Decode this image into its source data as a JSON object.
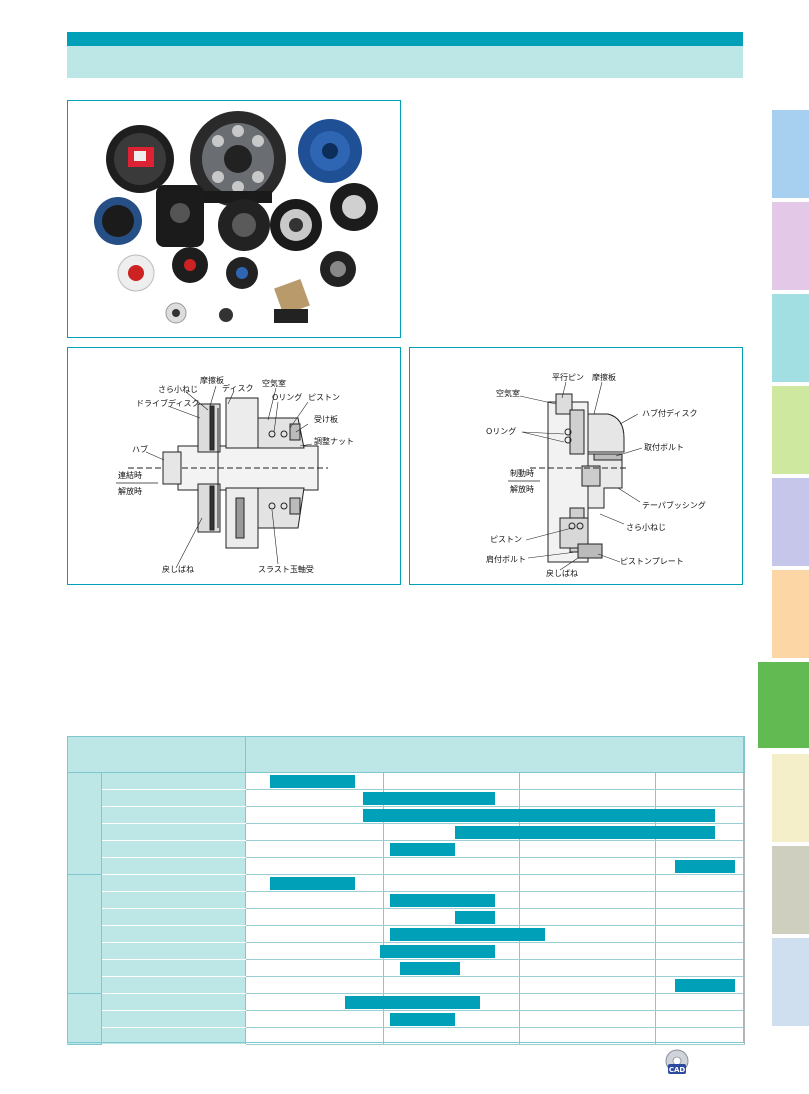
{
  "colors": {
    "accent": "#00a1b8",
    "accent_light": "#bde6e6",
    "side_tabs": [
      "#a6cff0",
      "#e4c8e8",
      "#a2dfe3",
      "#cfe8a0",
      "#c6c6ea",
      "#fcd6a5",
      "#62bb52",
      "#f4efc8",
      "#cfcfc0",
      "#d0dff0"
    ]
  },
  "diagram1": {
    "labels": {
      "friction_plate": "摩擦板",
      "countersunk_screw": "さら小ねじ",
      "disc": "ディスク",
      "air_chamber": "空気室",
      "drive_disc": "ドライブディスク",
      "o_ring": "Oリング",
      "piston": "ピストン",
      "receiving_plate": "受け板",
      "adjusting_nut": "調整ナット",
      "hub": "ハブ",
      "engaged": "連結時",
      "released": "解放時",
      "return_spring": "戻しばね",
      "thrust_bearing": "スラスト玉軸受"
    }
  },
  "diagram2": {
    "labels": {
      "parallel_pin": "平行ピン",
      "friction_plate": "摩擦板",
      "air_chamber": "空気室",
      "hub_disc": "ハブ付ディスク",
      "o_ring": "Oリング",
      "mounting_bolt": "取付ボルト",
      "braking": "制動時",
      "released": "解放時",
      "taper_bushing": "テーパブッシング",
      "countersunk_screw": "さら小ねじ",
      "piston": "ピストン",
      "shoulder_bolt": "肩付ボルト",
      "piston_plate": "ピストンプレート",
      "return_spring": "戻しばね"
    }
  },
  "spec_table": {
    "groups": [
      {
        "rows": [
          {
            "bar": [
              0.05,
              0.22
            ]
          },
          {
            "bar": [
              0.235,
              0.5
            ]
          },
          {
            "bar": [
              0.235,
              0.94
            ]
          },
          {
            "bar": [
              0.42,
              0.94
            ]
          },
          {
            "bar": [
              0.29,
              0.42
            ]
          },
          {
            "bar": [
              0.86,
              0.98
            ]
          }
        ]
      },
      {
        "rows": [
          {
            "bar": [
              0.05,
              0.22
            ]
          },
          {
            "bar": [
              0.29,
              0.5
            ]
          },
          {
            "bar": [
              0.42,
              0.5
            ]
          },
          {
            "bar": [
              0.29,
              0.6
            ]
          },
          {
            "bar": [
              0.27,
              0.5
            ]
          },
          {
            "bar": [
              0.31,
              0.43
            ]
          },
          {
            "bar": [
              0.86,
              0.98
            ]
          }
        ]
      },
      {
        "rows": [
          {
            "bar": [
              0.2,
              0.47
            ]
          },
          {
            "bar": [
              0.29,
              0.42
            ]
          },
          {
            "bar": null
          }
        ]
      }
    ]
  }
}
